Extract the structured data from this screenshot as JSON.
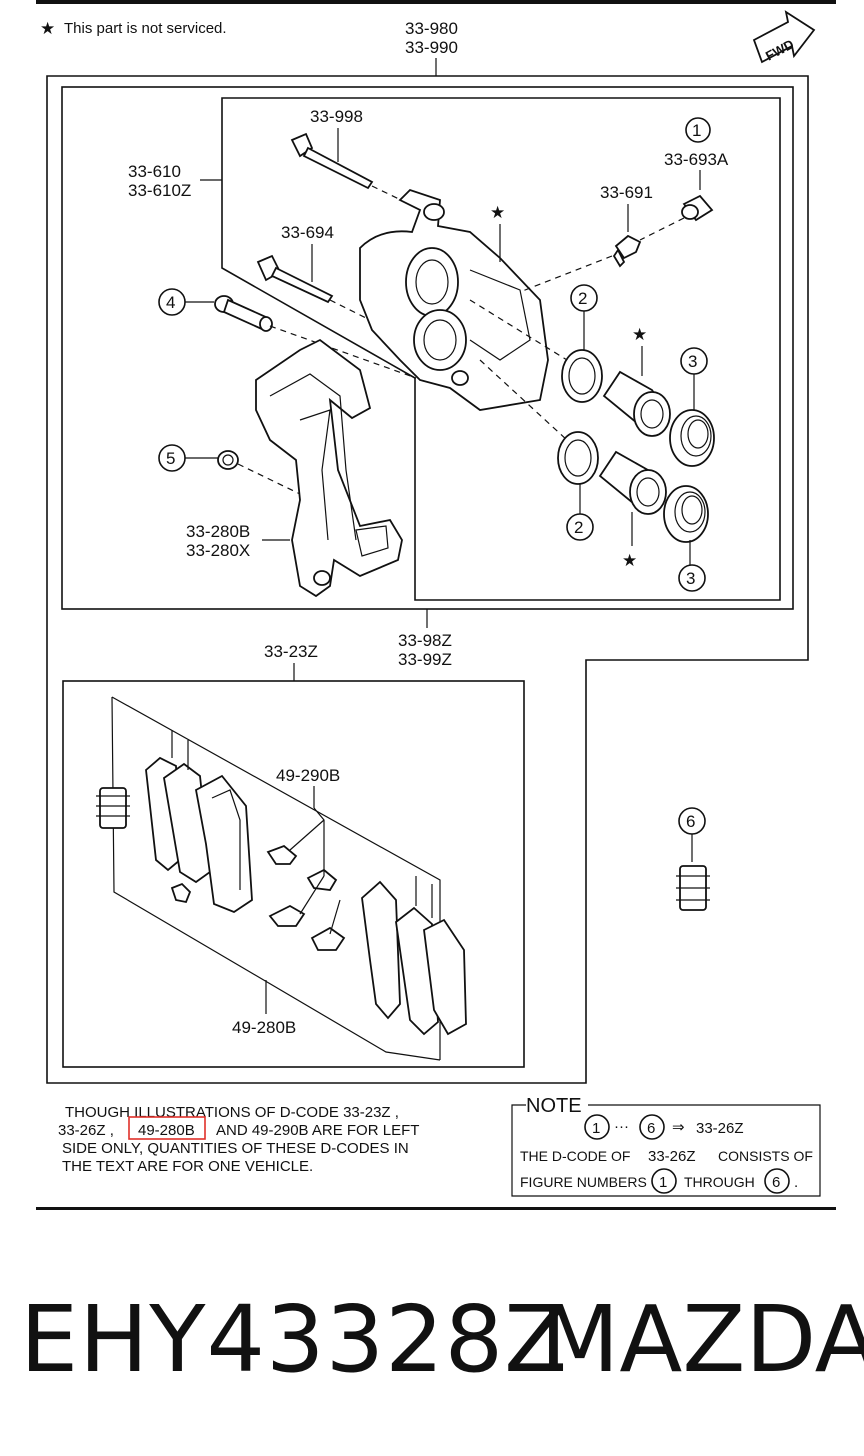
{
  "header": {
    "legend_star": "★",
    "legend_text": "This part is not serviced.",
    "fwd_label": "FWD"
  },
  "assembly": {
    "top_code_1": "33-980",
    "top_code_2": "33-990",
    "caliper_code_1": "33-610",
    "caliper_code_2": "33-610Z",
    "bolt_998": "33-998",
    "bolt_694": "33-694",
    "bleeder_691": "33-691",
    "cap_code": "33-693A",
    "bracket_1": "33-280B",
    "bracket_2": "33-280X",
    "bottom_code_1": "33-98Z",
    "bottom_code_2": "33-99Z",
    "pad_kit": "33-23Z",
    "shim_kit": "49-290B",
    "pad_set": "49-280B"
  },
  "callouts": [
    "1",
    "2",
    "3",
    "4",
    "5",
    "6"
  ],
  "note_text": {
    "line1": "THOUGH ILLUSTRATIONS OF D-CODE 33-23Z ,",
    "line2a": "33-26Z ,",
    "line2_highlight": "49-280B",
    "line2b": "AND 49-290B ARE FOR LEFT",
    "line3": "SIDE ONLY, QUANTITIES OF THESE D-CODES IN",
    "line4": "THE TEXT ARE FOR ONE VEHICLE."
  },
  "note_box": {
    "title": "NOTE",
    "dots": "···",
    "arrow": "⇒",
    "target": "33-26Z",
    "line2a": "THE D-CODE OF",
    "line2_code": "33-26Z",
    "line2b": "CONSISTS OF",
    "line3a": "FIGURE NUMBERS",
    "line3_mid": "THROUGH",
    "line3_end": "."
  },
  "footer": {
    "part_number": "EHY43328Z",
    "brand": "MAZDA"
  },
  "colors": {
    "highlight": "#e0302a",
    "ink": "#111111"
  }
}
